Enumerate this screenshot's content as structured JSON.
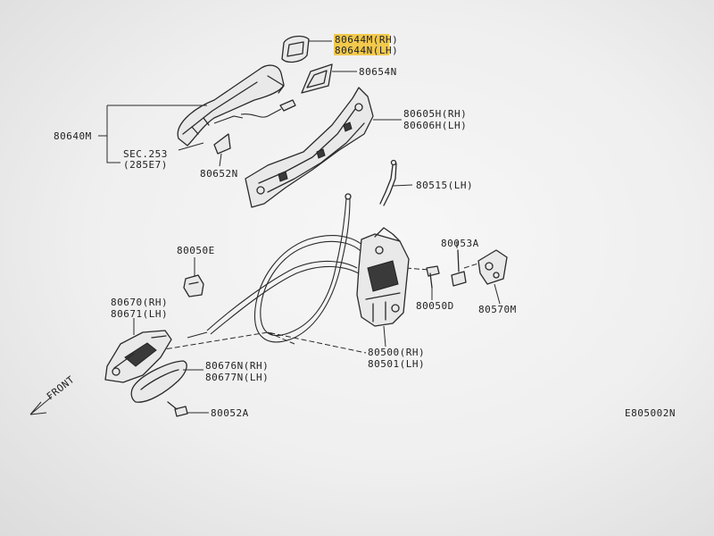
{
  "diagram": {
    "labels": {
      "p80644M": "80644M(RH)",
      "p80644N": "80644N(LH)",
      "p80654N": "80654N",
      "p80605H": "80605H(RH)",
      "p80606H": "80606H(LH)",
      "p80640M": "80640M",
      "sec_line1": "SEC.253",
      "sec_line2": "(285E7)",
      "p80652N": "80652N",
      "p80515": "80515(LH)",
      "p80050E": "80050E",
      "p80053A": "80053A",
      "p80050D": "80050D",
      "p80570M": "80570M",
      "p80670": "80670(RH)",
      "p80671": "80671(LH)",
      "p80500": "80500(RH)",
      "p80501": "80501(LH)",
      "p80676N": "80676N(RH)",
      "p80677N": "80677N(LH)",
      "front": "FRONT",
      "p80052A": "80052A",
      "ref": "E805002N"
    },
    "colors": {
      "highlight": "#f2c230",
      "line": "#2a2a2a",
      "background": "#f2f2f2"
    }
  }
}
